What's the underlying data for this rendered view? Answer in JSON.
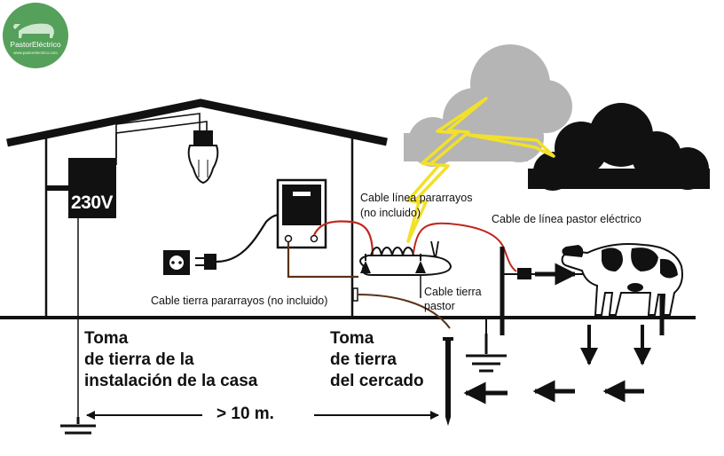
{
  "logo": {
    "brand": "PastorEléctrico",
    "url": "www.pastorelectrico.com"
  },
  "house": {
    "panel_voltage": "230V"
  },
  "labels": {
    "lightning_cable_line": "Cable línea pararrayos",
    "lightning_cable_line_note": "(no incluido)",
    "fence_line_cable": "Cable de línea pastor eléctrico",
    "lightning_ground_cable": "Cable tierra pararrayos (no incluido)",
    "fence_ground_cable_1": "Cable tierra",
    "fence_ground_cable_2": "pastor"
  },
  "grounds": {
    "house_1": "Toma",
    "house_2": "de tierra de la",
    "house_3": "instalación de la casa",
    "fence_1": "Toma",
    "fence_2": "de tierra",
    "fence_3": "del cercado",
    "distance": "> 10 m."
  },
  "colors": {
    "line": "#111111",
    "logo_green": "#55a05a",
    "cloud_gray": "#b5b5b5",
    "cloud_black": "#111111",
    "lightning": "#f2e02a",
    "live_wire": "#c0261c",
    "ground_wire": "#5a3218"
  }
}
